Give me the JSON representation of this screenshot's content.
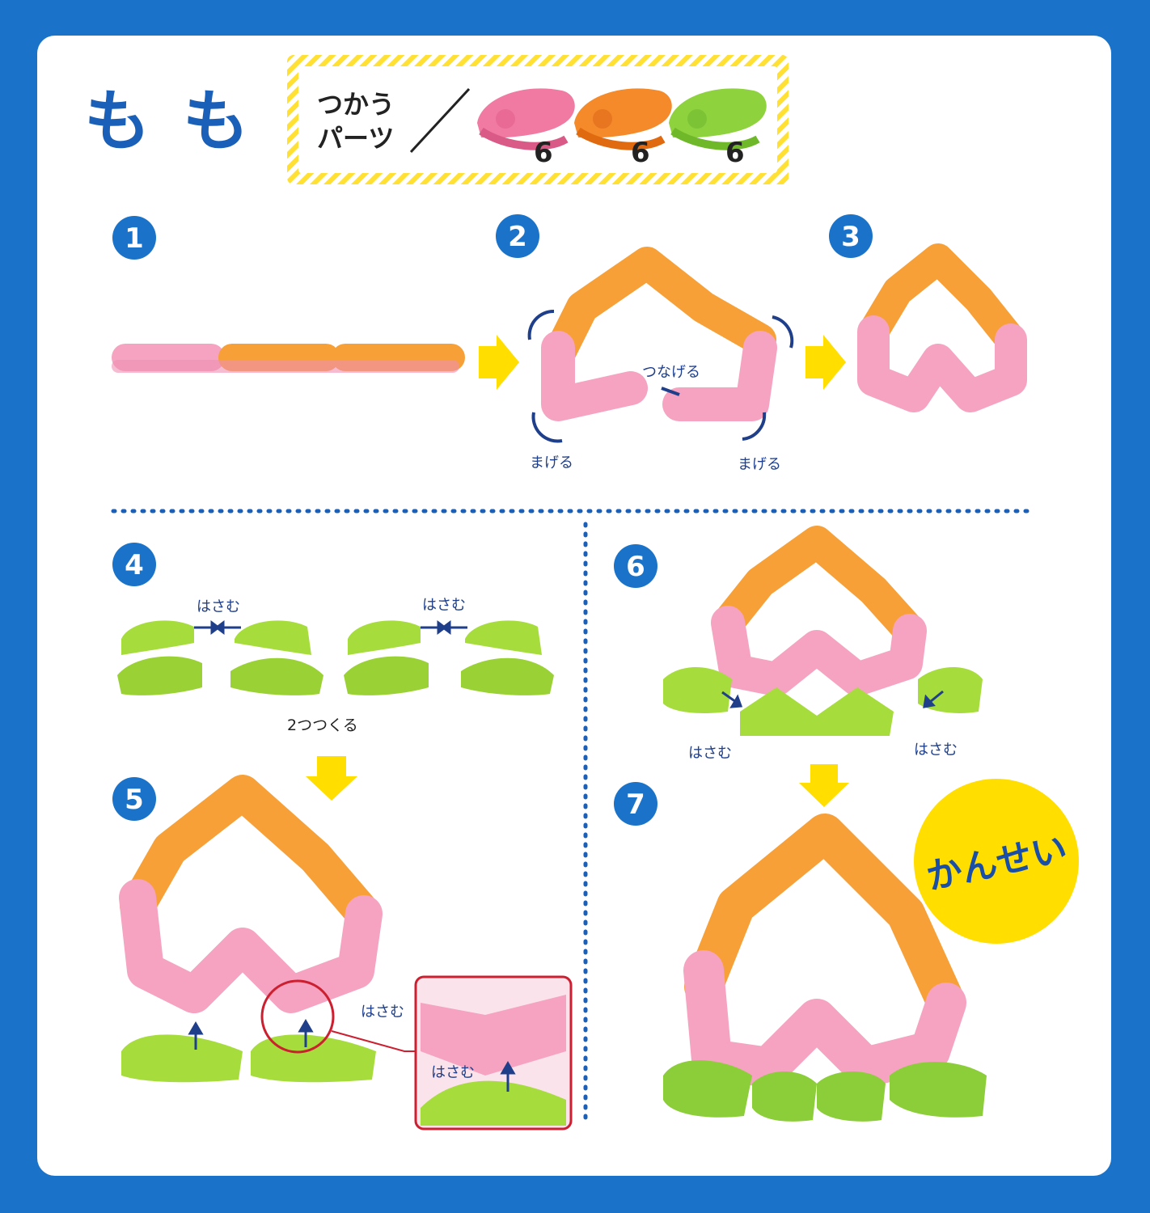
{
  "title": "もも",
  "parts_box": {
    "label_line1": "つかう",
    "label_line2": "パーツ",
    "pink_count": "6",
    "orange_count": "6",
    "green_count": "6"
  },
  "steps": {
    "s1": "1",
    "s2": "2",
    "s3": "3",
    "s4": "4",
    "s5": "5",
    "s6": "6",
    "s7": "7"
  },
  "labels": {
    "connect": "つなげる",
    "bend_left": "まげる",
    "bend_right": "まげる",
    "pinch_4a": "はさむ",
    "pinch_4b": "はさむ",
    "make_two": "2つつくる",
    "pinch_5": "はさむ",
    "pinch_5_zoom": "はさむ",
    "pinch_6a": "はさむ",
    "pinch_6b": "はさむ",
    "complete": "かんせい"
  },
  "colors": {
    "brand_blue": "#1a73c9",
    "pink": "#f28db0",
    "orange": "#f7a038",
    "green": "#a6dc3c",
    "yellow": "#ffde00",
    "arrow_navy": "#1f3f8a",
    "zoom_red": "#cc1f30"
  },
  "icons": [
    "circle-step-icon",
    "yellow-down-arrow-icon",
    "yellow-right-arrow-icon",
    "rotate-arrow-icon"
  ]
}
